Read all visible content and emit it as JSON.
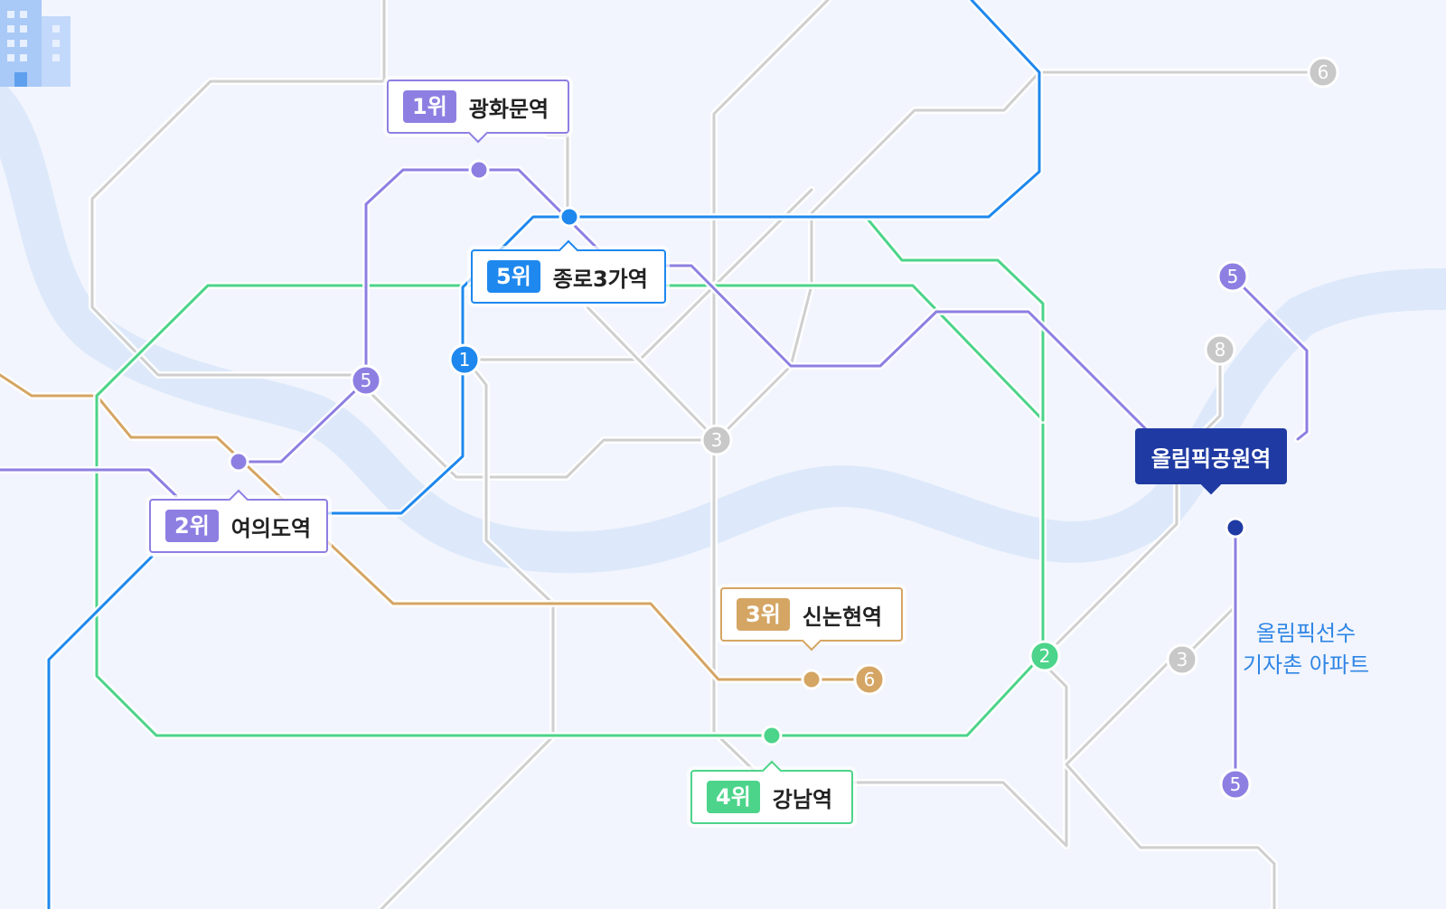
{
  "colors": {
    "background": "#f2f5fd",
    "river": "#dce9fa",
    "line1": "#1e88ee",
    "line2": "#4cd48a",
    "line3": "#c8c8c8",
    "line5": "#8d7fe2",
    "line6": "#d5a564",
    "line8": "#c8c8c8",
    "other": "#cfcfcf",
    "destination": "#1f3aa3",
    "apartment_text": "#2f86e6"
  },
  "rankings": [
    {
      "rank": "1위",
      "station": "광화문역",
      "line": "line5",
      "color": "#8d7fe2"
    },
    {
      "rank": "2위",
      "station": "여의도역",
      "line": "line5",
      "color": "#8d7fe2"
    },
    {
      "rank": "3위",
      "station": "신논현역",
      "line": "line6",
      "color": "#d5a564"
    },
    {
      "rank": "4위",
      "station": "강남역",
      "line": "line2",
      "color": "#4cd48a"
    },
    {
      "rank": "5위",
      "station": "종로3가역",
      "line": "line1",
      "color": "#1e88ee"
    }
  ],
  "badges": [
    {
      "label": "1",
      "line": "line1"
    },
    {
      "label": "2",
      "line": "line2"
    },
    {
      "label": "3",
      "line": "line3"
    },
    {
      "label": "3",
      "line": "line3"
    },
    {
      "label": "5",
      "line": "line5"
    },
    {
      "label": "5",
      "line": "line5"
    },
    {
      "label": "5",
      "line": "line5"
    },
    {
      "label": "6",
      "line": "line6"
    },
    {
      "label": "6",
      "line": "other"
    },
    {
      "label": "8",
      "line": "line8"
    }
  ],
  "destination": {
    "label": "올림픽공원역"
  },
  "apartment": {
    "line1": "올림픽선수",
    "line2": "기자촌 아파트",
    "icon": "building-icon"
  }
}
